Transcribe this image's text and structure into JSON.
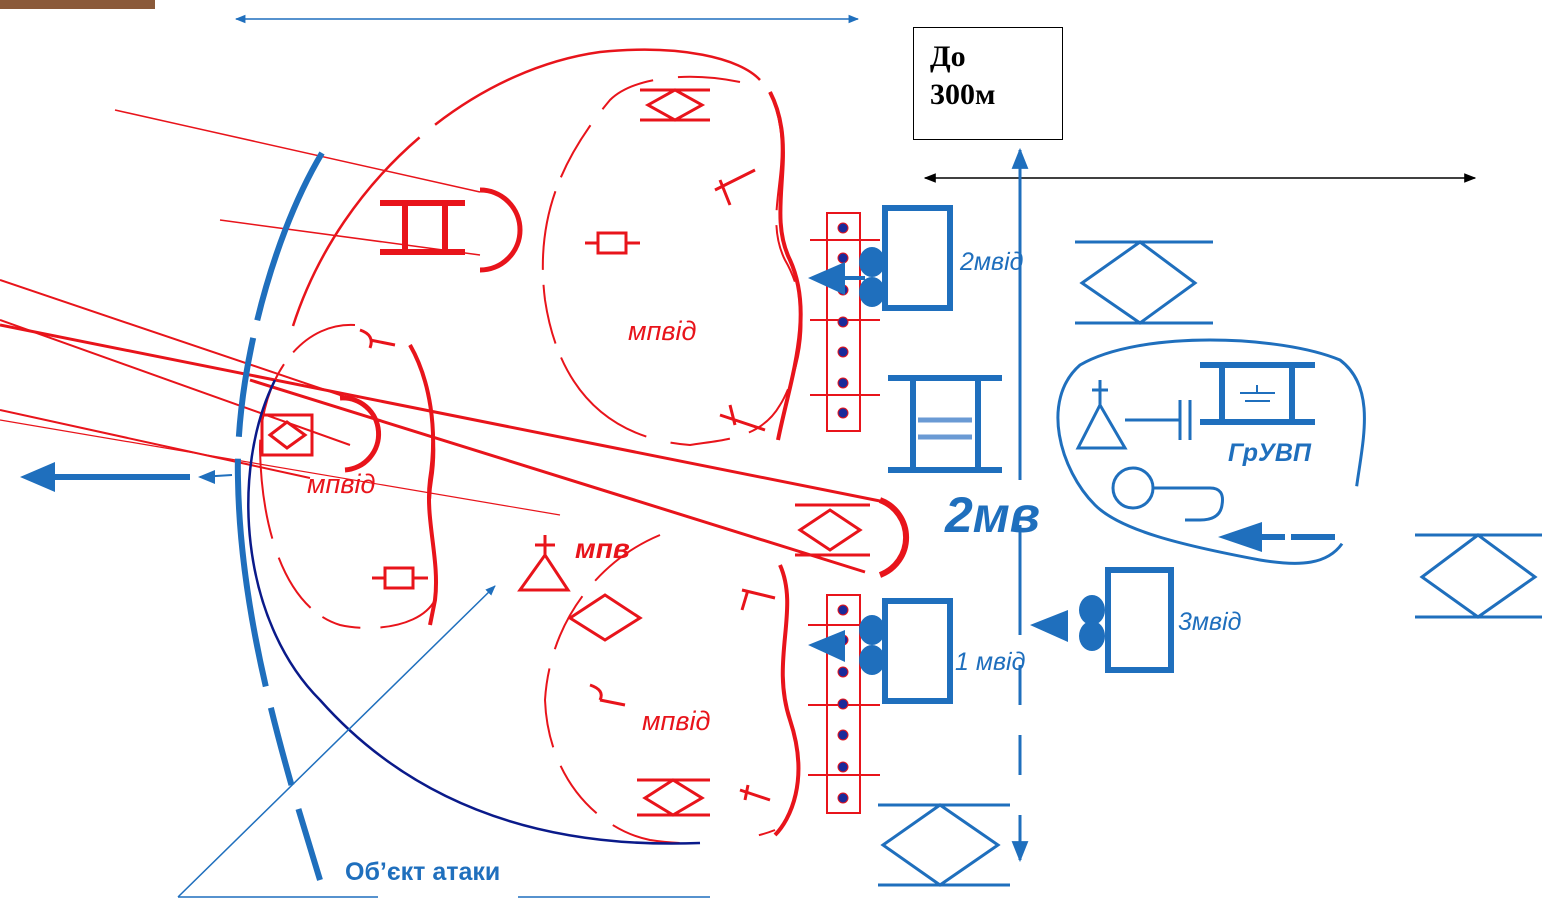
{
  "distance_box": {
    "line1": "До",
    "line2": "300м"
  },
  "labels": {
    "enemy_squad_top": "мпвід",
    "enemy_squad_left": "мпвід",
    "enemy_platoon": "мпв",
    "enemy_squad_bottom": "мпвід",
    "squad_2": "2мвід",
    "squad_1": "1 мвід",
    "squad_3": "3мвід",
    "platoon": "2мв",
    "fire_support_group": "ГрУВП",
    "attack_target": "Об’єкт атаки"
  },
  "colors": {
    "enemy": "#e8141b",
    "own": "#1f6fbd",
    "dark_blue": "#0a1a8a",
    "text": "#000000"
  }
}
